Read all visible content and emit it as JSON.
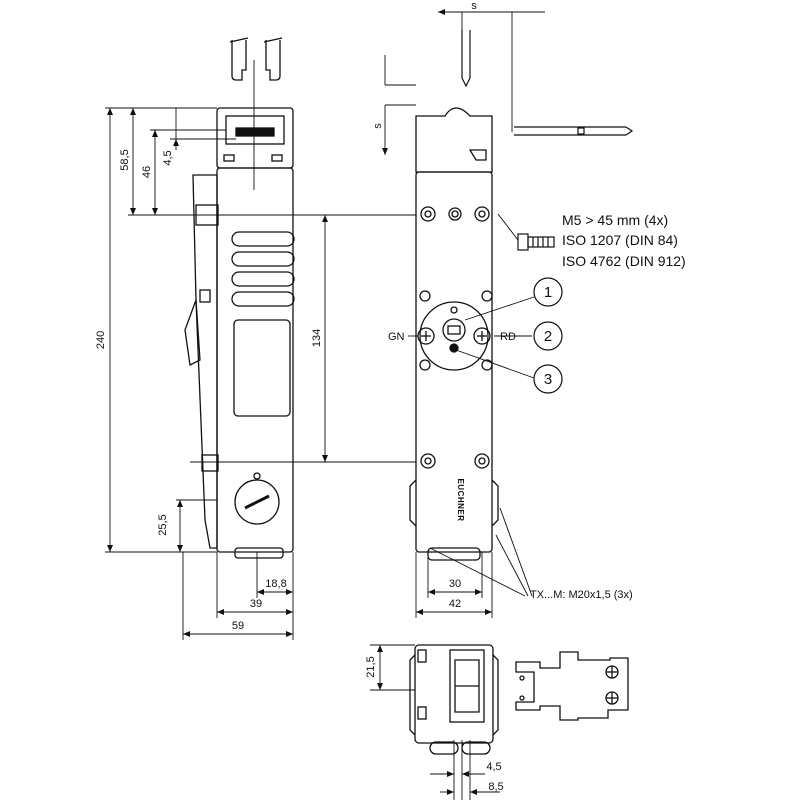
{
  "dimensions": {
    "d240": "240",
    "d58_5": "58,5",
    "d46": "46",
    "d4_5_top": "4,5",
    "d134": "134",
    "d25_5": "25,5",
    "d18_8": "18,8",
    "d39": "39",
    "d59": "59",
    "d30": "30",
    "d42": "42",
    "d21_5": "21,5",
    "d4_5_bottom": "4,5",
    "d8_5": "8,5",
    "s_top": "s",
    "s_side": "s"
  },
  "labels": {
    "screw_line1": "M5 > 45 mm (4x)",
    "screw_line2": "ISO 1207 (DIN 84)",
    "screw_line3": "ISO 4762 (DIN 912)",
    "gn": "GN",
    "rd": "RD",
    "callout_1": "1",
    "callout_2": "2",
    "callout_3": "3",
    "thread_note": "TX...M: M20x1,5 (3x)",
    "brand": "EUCHNER"
  }
}
